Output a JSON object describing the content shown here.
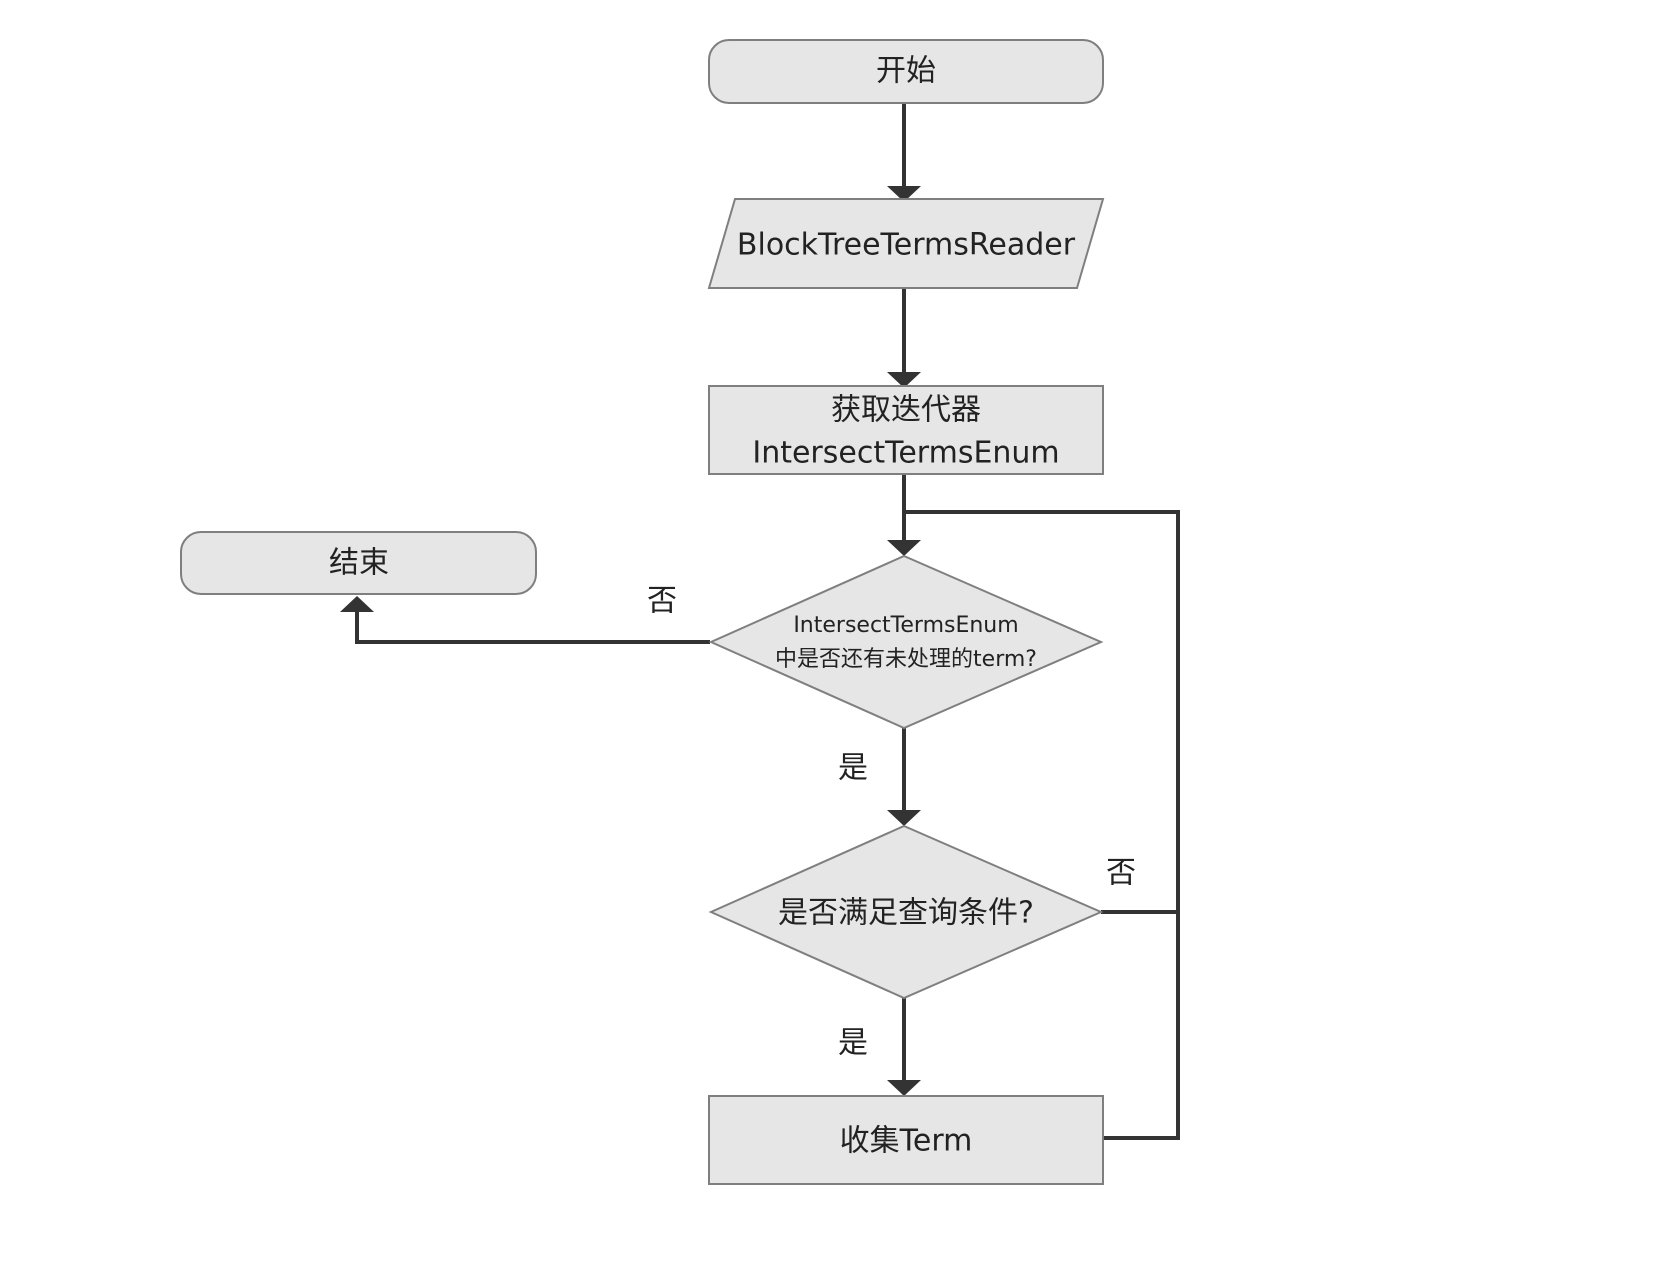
{
  "nodes": {
    "start": "开始",
    "reader": "BlockTreeTermsReader",
    "get_iterator_line1": "获取迭代器",
    "get_iterator_line2": "IntersectTermsEnum",
    "decision_remaining_line1": "IntersectTermsEnum",
    "decision_remaining_line2": "中是否还有未处理的term?",
    "decision_condition": "是否满足查询条件?",
    "collect": "收集Term",
    "end": "结束"
  },
  "edge_labels": {
    "remaining_no": "否",
    "remaining_yes": "是",
    "condition_no": "否",
    "condition_yes": "是"
  },
  "colors": {
    "node_fill": "#e6e6e6",
    "node_stroke": "#7f7f7f",
    "edge": "#333333",
    "text": "#222222"
  }
}
